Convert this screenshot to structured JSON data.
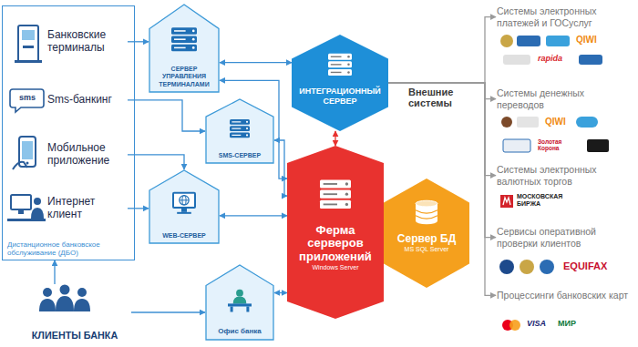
{
  "diagram": {
    "nodes": [
      {
        "text": [
          "Дистанционное банковское обслуживание (ДБО)"
        ]
      },
      {
        "text": [
          "Банковские терминалы"
        ],
        "in": 0
      },
      {
        "text": [
          "Sms-банкинг"
        ],
        "in": 0
      },
      {
        "text": [
          "Мобильное приложение"
        ],
        "in": 0
      },
      {
        "text": [
          "Интернет клиент"
        ],
        "in": 0
      },
      {
        "text": [
          "КЛИЕНТЫ БАНКА"
        ]
      },
      {
        "text": [
          "СЕРВЕР УПРАВЛЕНИЯ ТЕРМИНАЛАМИ"
        ]
      },
      {
        "text": [
          "SMS-СЕРВЕР"
        ]
      },
      {
        "text": [
          "WEB-СЕРВЕР"
        ]
      },
      {
        "text": [
          "Офис банка"
        ]
      },
      {
        "text": [
          "ИНТЕГРАЦИОННЫЙ СЕРВЕР"
        ]
      },
      {
        "text": [
          "Ферма серверов приложений",
          "Windows Server"
        ]
      },
      {
        "text": [
          "Сервер БД",
          "MS SQL Server"
        ]
      },
      {
        "text": [
          "Системы электронных платежей и ГОСуслуг"
        ]
      },
      {
        "text": [
          "Системы денежных переводов"
        ]
      },
      {
        "text": [
          "Системы электронных валютных торгов"
        ]
      },
      {
        "text": [
          "Сервисы оперативной проверки клиентов"
        ]
      },
      {
        "text": [
          "Процессинги банковских карт"
        ]
      }
    ],
    "edges": [
      {
        "from": 1,
        "to": 6,
        "arrow": "to"
      },
      {
        "from": 2,
        "to": 7,
        "arrow": "to"
      },
      {
        "from": 3,
        "to": 8,
        "arrow": "to"
      },
      {
        "from": 4,
        "to": 8,
        "arrow": "to"
      },
      {
        "from": 5,
        "to": 9,
        "arrow": "to"
      },
      {
        "from": 5,
        "to": 0,
        "arrow": "to"
      },
      {
        "from": 6,
        "to": 10,
        "arrow": "both"
      },
      {
        "from": 6,
        "to": 11,
        "arrow": "both"
      },
      {
        "from": 7,
        "to": 11,
        "arrow": "both"
      },
      {
        "from": 8,
        "to": 11,
        "arrow": "both"
      },
      {
        "from": 9,
        "to": 11,
        "arrow": "both"
      },
      {
        "from": 10,
        "to": 11,
        "arrow": "both"
      },
      {
        "from": 10,
        "to": 13,
        "arrow": "to"
      },
      {
        "from": 10,
        "to": 14,
        "arrow": "to"
      },
      {
        "from": 10,
        "to": 15,
        "arrow": "to"
      },
      {
        "from": 10,
        "to": 16,
        "arrow": "to"
      },
      {
        "from": 10,
        "to": 17,
        "arrow": "to"
      }
    ],
    "labels": [
      "sms",
      "Внешние системы",
      "QIWI",
      "rapida",
      "QIWI",
      "Золотая Корона",
      "МОСКОВСКАЯ БИРЖА",
      "EQUIFAX",
      "VISA",
      "МИР"
    ]
  }
}
